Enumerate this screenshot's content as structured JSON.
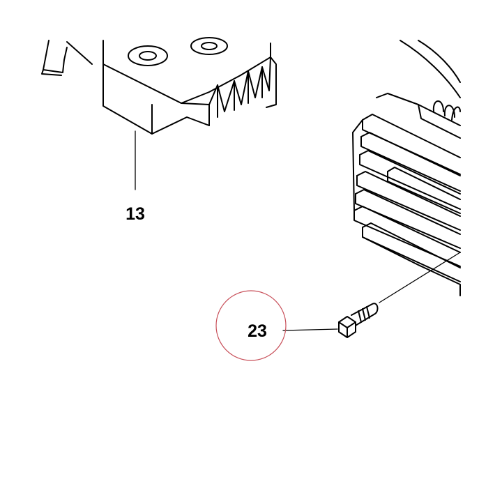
{
  "diagram": {
    "callouts": [
      {
        "id": "13",
        "label": "13",
        "highlighted": false
      },
      {
        "id": "23",
        "label": "23",
        "highlighted": true
      }
    ],
    "colors": {
      "background": "#ffffff",
      "line": "#000000",
      "highlight_ring": "#c8505a"
    }
  }
}
